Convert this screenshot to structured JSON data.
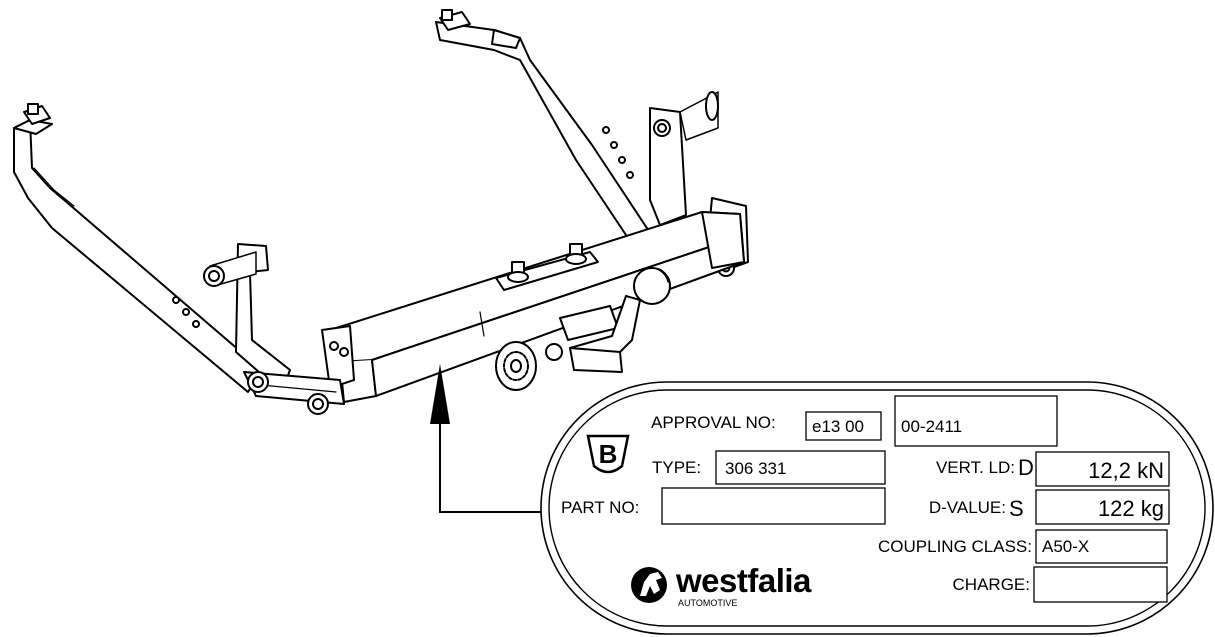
{
  "plate": {
    "approval_label": "APPROVAL NO:",
    "approval_code": "e13 00",
    "approval_number": "00-2411",
    "brand_mark_letter": "B",
    "type_label": "TYPE:",
    "type_value": "306 331",
    "part_no_label": "PART NO:",
    "part_no_value": "",
    "vert_ld_label": "VERT. LD:",
    "vert_ld_symbol": "D",
    "vert_ld_value": "12,2 kN",
    "d_value_label": "D-VALUE:",
    "d_value_symbol": "S",
    "d_value_value": "122 kg",
    "coupling_class_label": "COUPLING CLASS:",
    "coupling_class_value": "A50-X",
    "charge_label": "CHARGE:",
    "charge_value": "",
    "logo_wordmark": "westfalia",
    "logo_subtitle": "AUTOMOTIVE"
  }
}
